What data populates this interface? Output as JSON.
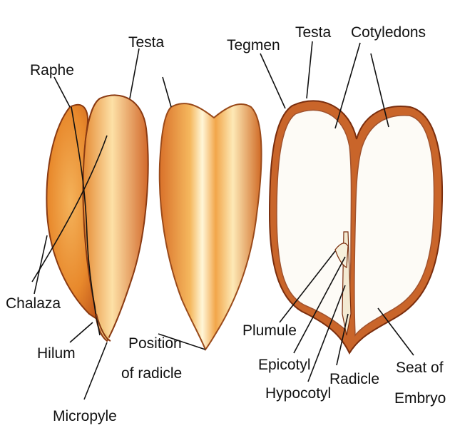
{
  "labels": {
    "raphe": "Raphe",
    "testa_left": "Testa",
    "tegmen": "Tegmen",
    "testa_right": "Testa",
    "cotyledons": "Cotyledons",
    "chalaza": "Chalaza",
    "hilum": "Hilum",
    "micropyle": "Micropyle",
    "position_of_radicle_1": "Position",
    "position_of_radicle_2": "of radicle",
    "plumule": "Plumule",
    "epicotyl": "Epicotyl",
    "hypocotyl": "Hypocotyl",
    "radicle": "Radicle",
    "seat_of_embryo_1": "Seat of",
    "seat_of_embryo_2": "Embryo"
  },
  "colors": {
    "seed_orange": "#e8892c",
    "seed_light": "#fbe3b3",
    "seed_edge": "#8a3a12",
    "testa_band": "#c9652a",
    "cotyledon_fill": "#fdfbf6",
    "ink": "#111111"
  }
}
